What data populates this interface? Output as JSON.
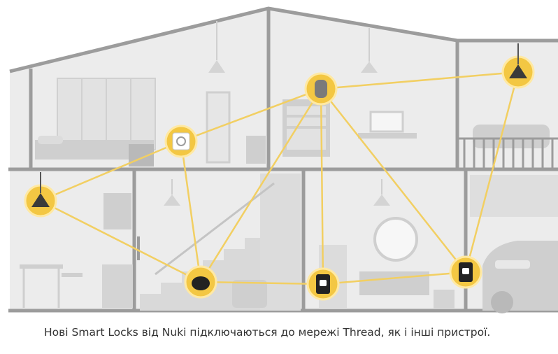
{
  "caption": "Нові Smart Locks від Nuki підключаються до мережі Thread, як і інші пристрої.",
  "colors": {
    "background": "#ffffff",
    "house_fill": "#ececec",
    "wall": "#9c9c9c",
    "furniture": "#cfcfcf",
    "furniture_dark": "#b9b9b9",
    "node_fill": "#f3c743",
    "node_ring": "#ffe9a3",
    "connection_line": "#f2cf62",
    "device_dark": "#222222",
    "caption_text": "#333333"
  },
  "nodes": [
    {
      "id": "lamp-living-left",
      "icon": "pendant-lamp-icon"
    },
    {
      "id": "wall-outlet",
      "icon": "power-outlet-icon"
    },
    {
      "id": "smart-speaker",
      "icon": "smart-speaker-icon"
    },
    {
      "id": "lamp-balcony",
      "icon": "pendant-lamp-icon"
    },
    {
      "id": "robot-vacuum",
      "icon": "robot-vacuum-icon"
    },
    {
      "id": "smart-lock-hall",
      "icon": "smart-lock-icon"
    },
    {
      "id": "smart-lock-garage",
      "icon": "smart-lock-icon"
    }
  ]
}
